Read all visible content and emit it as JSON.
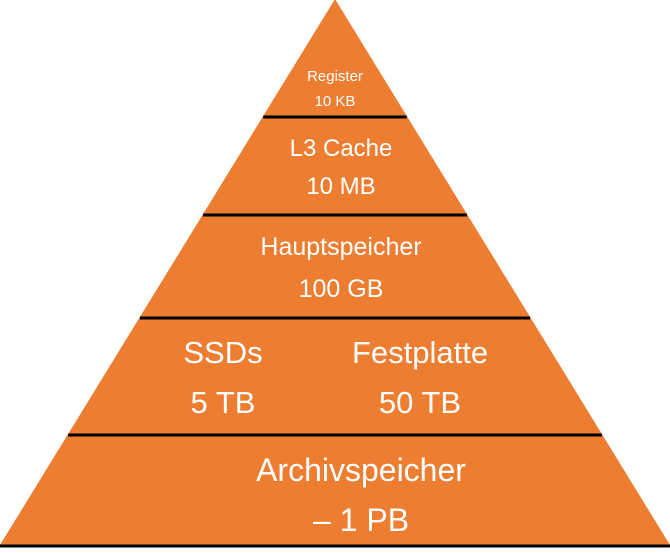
{
  "colors": {
    "fill": "#ED7D31",
    "line": "#000000",
    "text": "#ffffff"
  },
  "tiers": [
    {
      "line1": "Register",
      "line2": "10 KB"
    },
    {
      "line1": "L3 Cache",
      "line2": "10 MB"
    },
    {
      "line1": "Hauptspeicher",
      "line2": "100 GB"
    },
    {
      "ssd_line1": "SSDs",
      "ssd_line2": "5 TB",
      "hdd_line1": "Festplatte",
      "hdd_line2": "50 TB"
    },
    {
      "line1": "Archivspeicher",
      "line2": "– 1 PB"
    }
  ]
}
